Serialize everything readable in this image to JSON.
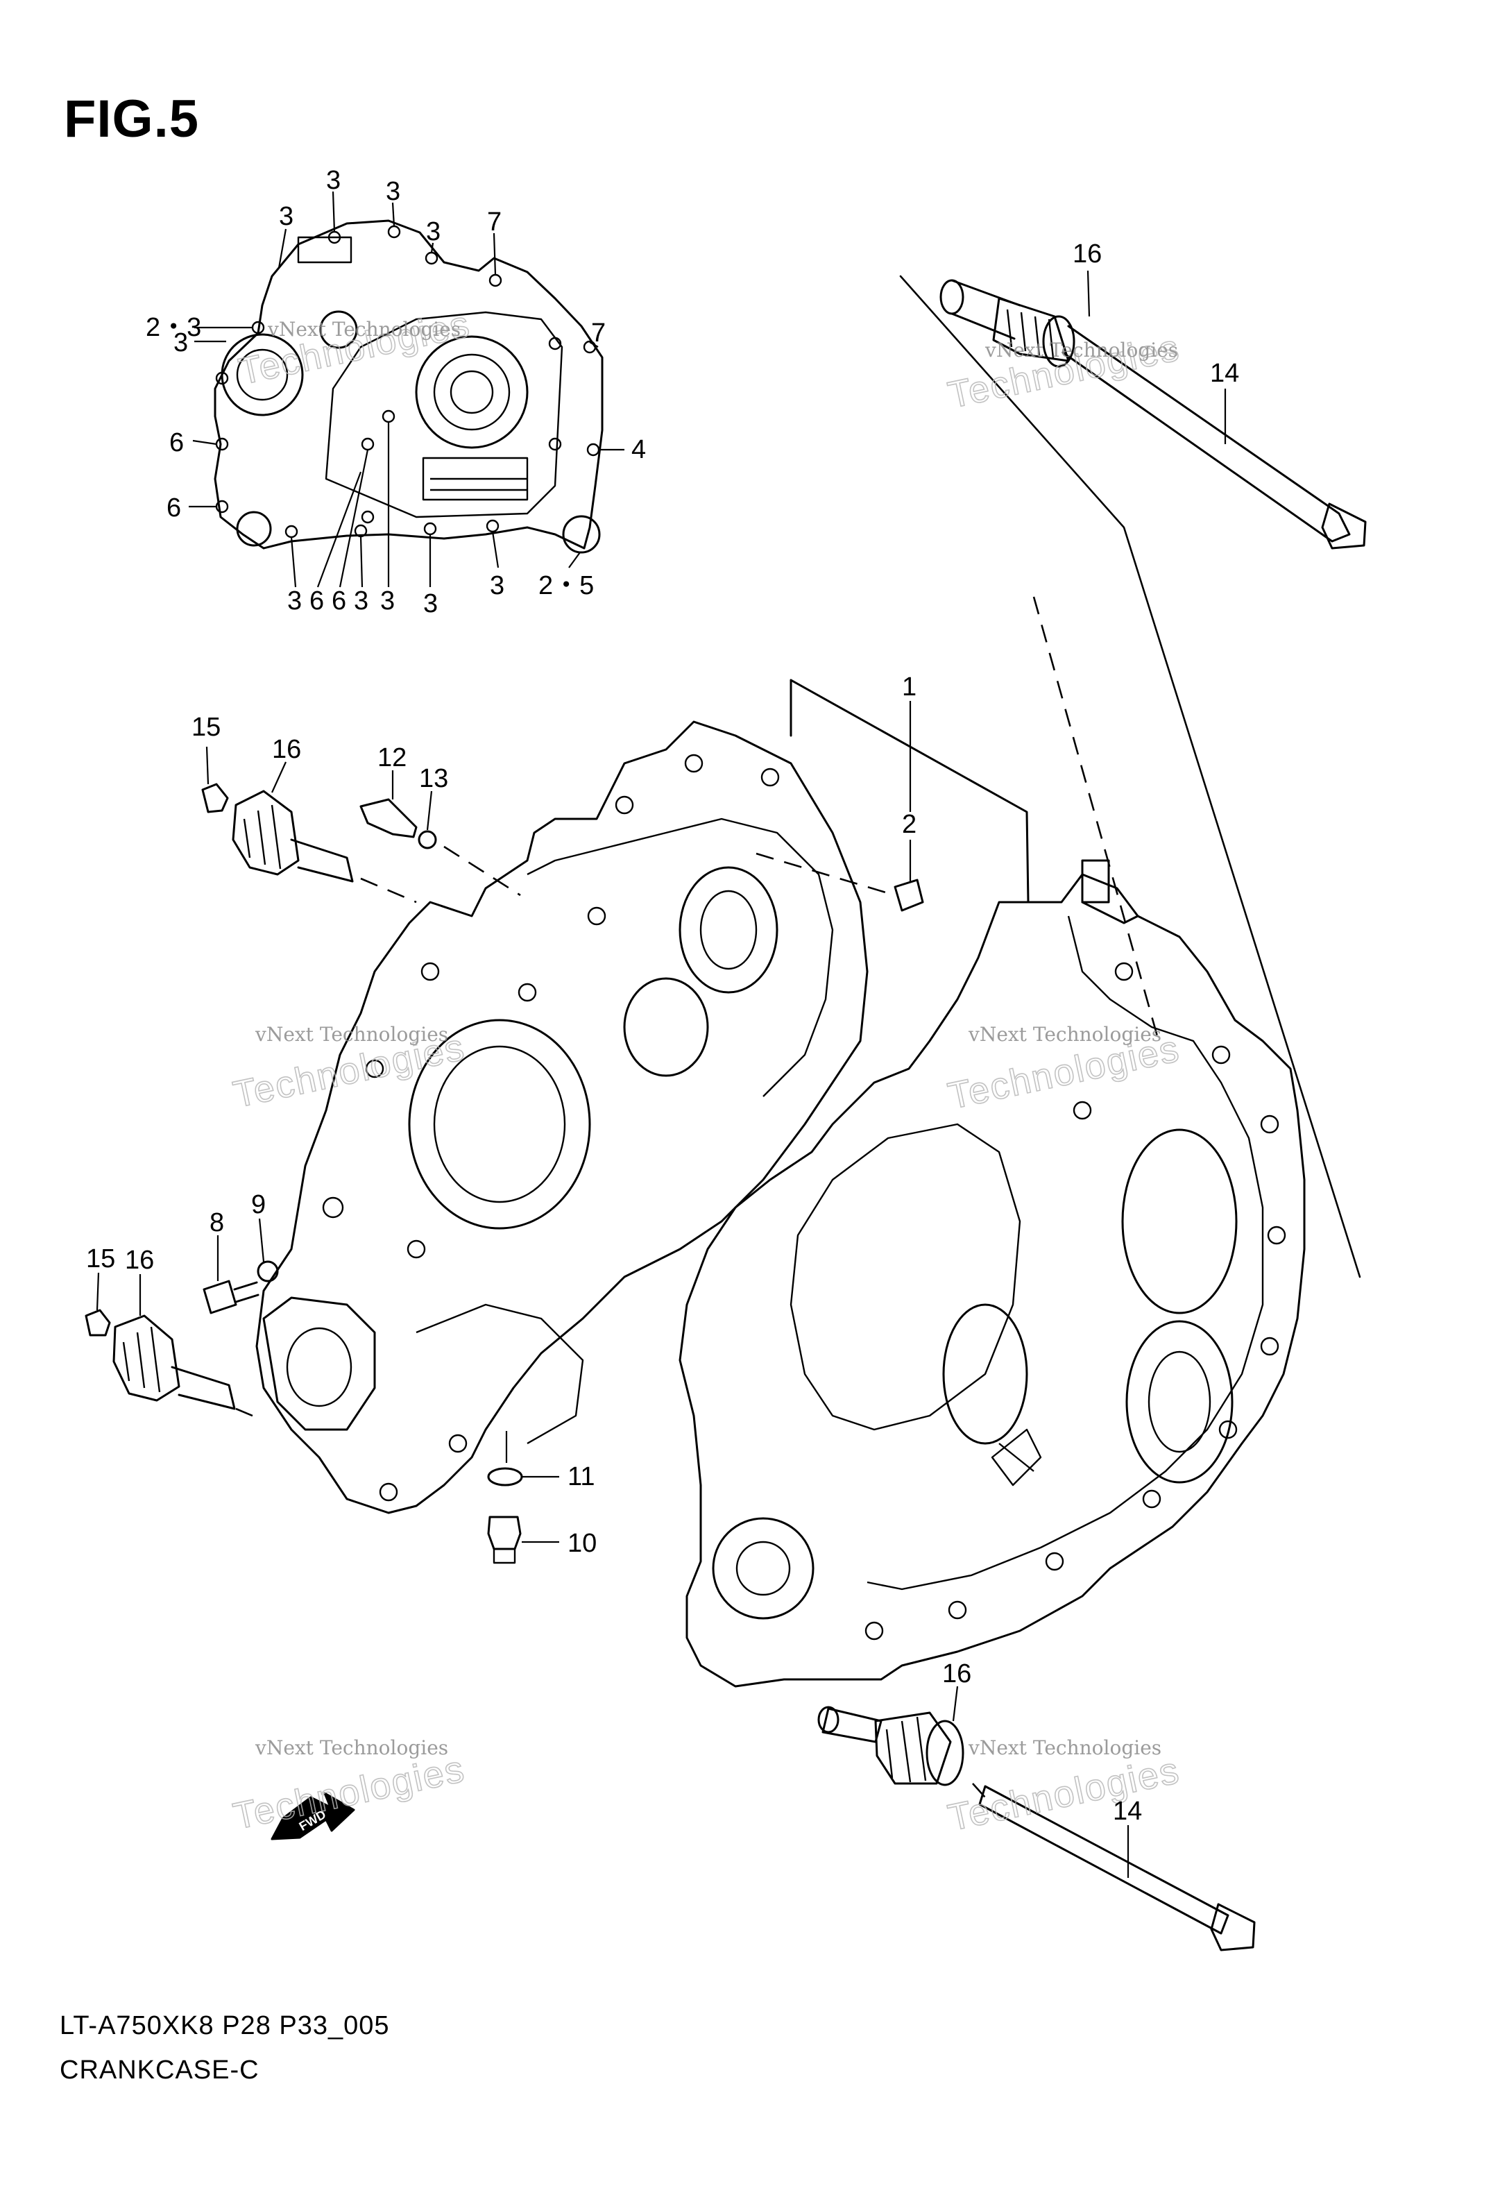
{
  "figure": {
    "title": "FIG.5",
    "model_code": "LT-A750XK8 P28 P33_005",
    "section_name": "CRANKCASE-C"
  },
  "watermark": {
    "line1": "vNext Technologies",
    "line2": "Technologies"
  },
  "fwd_label": "FWD",
  "inset_callouts": [
    {
      "label": "3"
    },
    {
      "label": "3"
    },
    {
      "label": "3"
    },
    {
      "label": "3"
    },
    {
      "label": "7"
    },
    {
      "label": "2・3"
    },
    {
      "label": "7"
    },
    {
      "label": "3"
    },
    {
      "label": "6"
    },
    {
      "label": "4"
    },
    {
      "label": "6"
    },
    {
      "label": "3"
    },
    {
      "label": "6"
    },
    {
      "label": "6"
    },
    {
      "label": "3"
    },
    {
      "label": "3"
    },
    {
      "label": "3"
    },
    {
      "label": "3"
    },
    {
      "label": "2・5"
    }
  ],
  "main_callouts": [
    {
      "label": "16"
    },
    {
      "label": "14"
    },
    {
      "label": "1"
    },
    {
      "label": "2"
    },
    {
      "label": "15"
    },
    {
      "label": "16"
    },
    {
      "label": "12"
    },
    {
      "label": "13"
    },
    {
      "label": "8"
    },
    {
      "label": "9"
    },
    {
      "label": "15"
    },
    {
      "label": "16"
    },
    {
      "label": "11"
    },
    {
      "label": "10"
    },
    {
      "label": "16"
    },
    {
      "label": "14"
    }
  ]
}
